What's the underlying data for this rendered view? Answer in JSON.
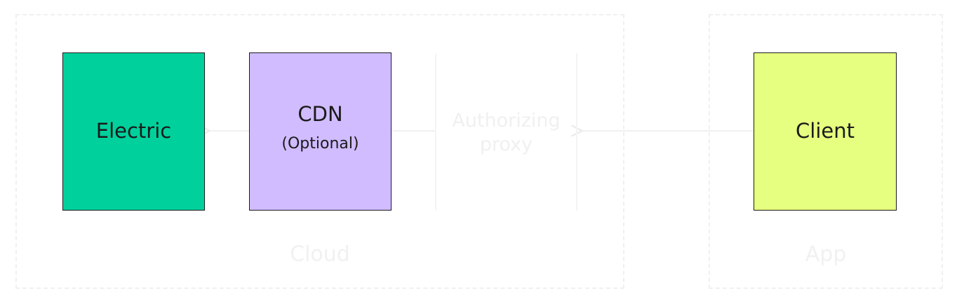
{
  "groups": {
    "cloud": {
      "label": "Cloud"
    },
    "app": {
      "label": "App"
    }
  },
  "nodes": {
    "electric": {
      "label": "Electric",
      "color": "#00d19c"
    },
    "cdn": {
      "label": "CDN",
      "sublabel": "(Optional)",
      "color": "#d0bcff"
    },
    "proxy": {
      "label_line1": "Authorizing",
      "label_line2": "proxy"
    },
    "client": {
      "label": "Client",
      "color": "#e6ff80"
    }
  },
  "edges": [
    {
      "from": "client",
      "to": "proxy"
    },
    {
      "from": "proxy",
      "to": "cdn"
    },
    {
      "from": "cdn",
      "to": "electric"
    }
  ],
  "colors": {
    "faded": "#f0f0f0",
    "border": "#1a1a1a"
  }
}
